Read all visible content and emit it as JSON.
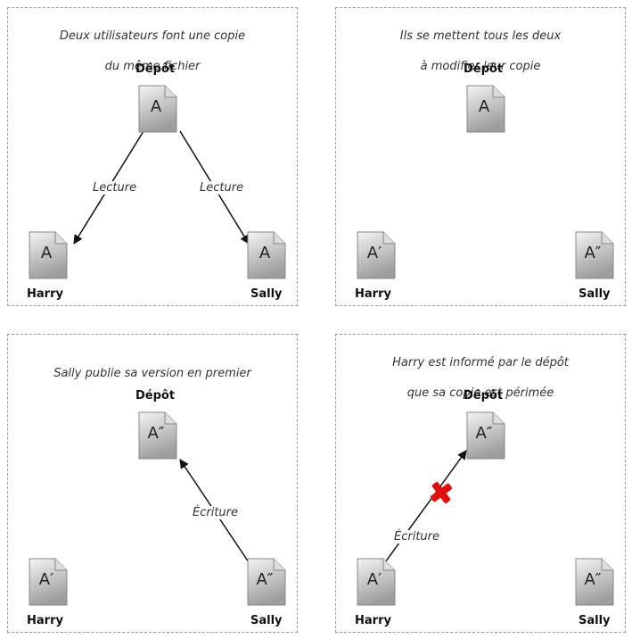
{
  "labels": {
    "depot": "Dépôt",
    "harry": "Harry",
    "sally": "Sally",
    "lecture": "Lecture",
    "ecriture": "Écriture"
  },
  "docs": {
    "original": "A",
    "prime": "A′",
    "double_prime": "A″"
  },
  "panels": [
    {
      "caption_lines": [
        "Deux utilisateurs font une copie",
        "du même fichier"
      ]
    },
    {
      "caption_lines": [
        "Ils se mettent tous les deux",
        "à modifier leur copie"
      ]
    },
    {
      "caption_lines": [
        "Sally publie sa version en premier"
      ]
    },
    {
      "caption_lines": [
        "Harry est informé par le dépôt",
        "que sa copie est périmée"
      ]
    }
  ],
  "colors": {
    "doc_fill_top": "#e8e8e8",
    "doc_fill_bottom": "#9a9a9a",
    "reject_mark": "#e01010"
  }
}
